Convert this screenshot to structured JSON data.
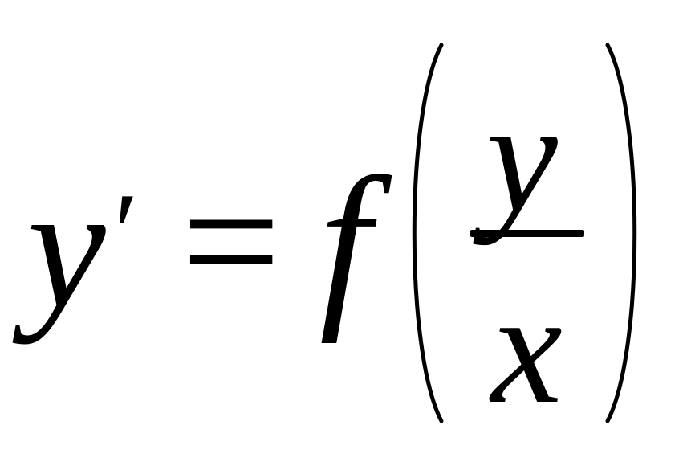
{
  "formula": {
    "lhs": "y",
    "prime": "′",
    "equals": "=",
    "function": "f",
    "numerator": "y",
    "denominator": "x"
  }
}
